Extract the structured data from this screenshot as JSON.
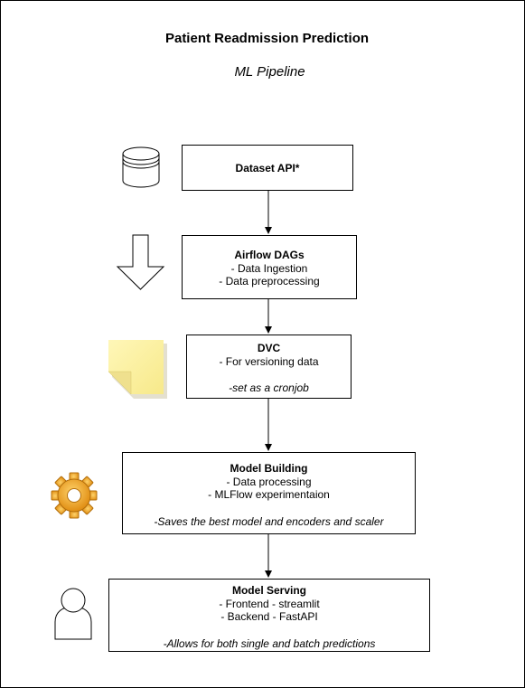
{
  "diagram": {
    "title": "Patient Readmission Prediction",
    "subtitle": "ML Pipeline",
    "steps": [
      {
        "heading": "Dataset API*",
        "lines": [],
        "note": "",
        "icon": "database-icon"
      },
      {
        "heading": "Airflow DAGs",
        "lines": [
          "- Data Ingestion",
          "- Data preprocessing"
        ],
        "note": "",
        "icon": "down-arrow-icon"
      },
      {
        "heading": "DVC",
        "lines": [
          "- For versioning data"
        ],
        "note": "-set as a cronjob",
        "icon": "sticky-note-icon"
      },
      {
        "heading": "Model Building",
        "lines": [
          "- Data processing",
          "- MLFlow experimentaion"
        ],
        "note": "-Saves the best model and encoders and scaler",
        "icon": "gear-icon"
      },
      {
        "heading": "Model Serving",
        "lines": [
          "- Frontend - streamlit",
          "- Backend - FastAPI"
        ],
        "note": "-Allows for both single and batch predictions",
        "icon": "user-icon"
      }
    ],
    "colors": {
      "stroke": "#000000",
      "note_fill": "#fff4a3",
      "gear_fill": "#f0a92b"
    }
  }
}
